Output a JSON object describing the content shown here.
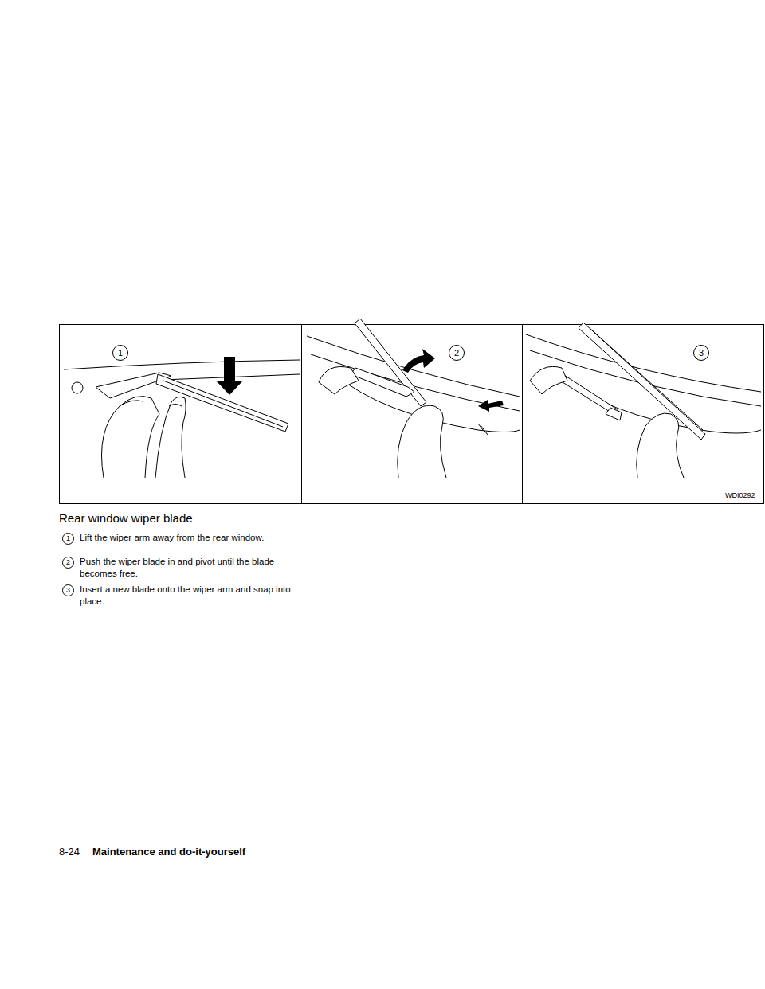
{
  "diagram": {
    "title": "Rear window wiper blade",
    "labels": [
      "1",
      "2",
      "3",
      "WDI0292",
      "1",
      "Lift the wiper arm away from the rear window.",
      "2",
      "Push the wiper blade in and pivot until the blade becomes free.",
      "3",
      "Insert a new blade onto the wiper arm and snap into place.",
      "8-24",
      "Maintenance and do-it-yourself"
    ]
  }
}
